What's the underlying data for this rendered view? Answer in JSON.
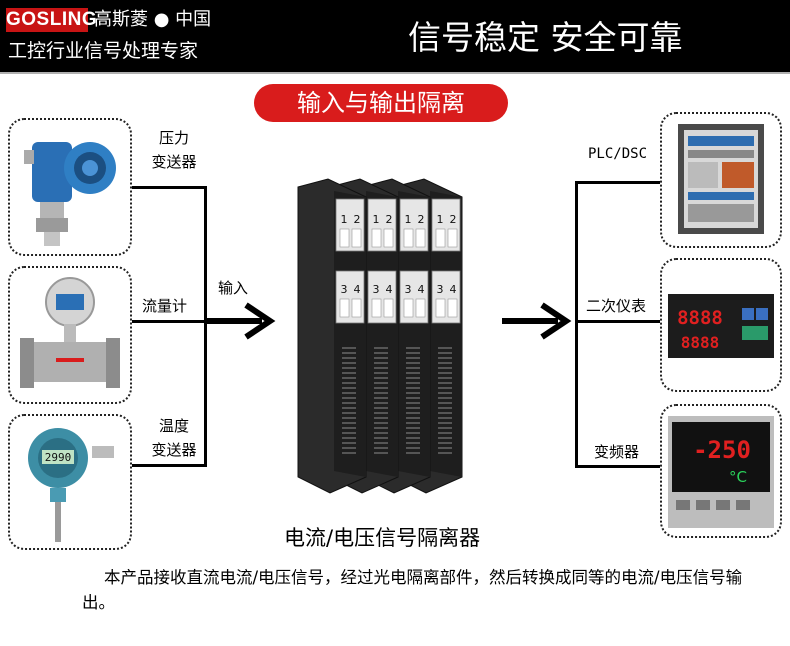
{
  "header": {
    "logo": "GOSLING",
    "brand": "高斯菱 ● 中国",
    "tagline": "工控行业信号处理专家",
    "slogan": "信号稳定  安全可靠"
  },
  "banner": "输入与输出隔离",
  "inputs": {
    "label": "输入",
    "devices": [
      {
        "label": "压力\n变送器",
        "icon": "pressure-transmitter-icon"
      },
      {
        "label": "流量计",
        "icon": "flowmeter-icon"
      },
      {
        "label": "温度\n变送器",
        "icon": "temperature-transmitter-icon",
        "display": "2990"
      }
    ]
  },
  "outputs": {
    "devices": [
      {
        "label": "PLC/DSC",
        "icon": "control-cabinet-icon"
      },
      {
        "label": "二次仪表",
        "icon": "digital-meter-icon",
        "display_top": "8888",
        "display_bottom": "8888"
      },
      {
        "label": "变频器",
        "icon": "controller-icon",
        "display": "-250",
        "unit": "°C"
      }
    ]
  },
  "module": {
    "caption": "电流/电压信号隔离器",
    "terminals_top": [
      "1",
      "2"
    ],
    "terminals_bottom": [
      "3",
      "4"
    ]
  },
  "description": "本产品接收直流电流/电压信号，经过光电隔离部件，然后转换成同等的电流/电压信号输出。",
  "colors": {
    "accent": "#d91c1c",
    "header_bg": "#000000"
  }
}
